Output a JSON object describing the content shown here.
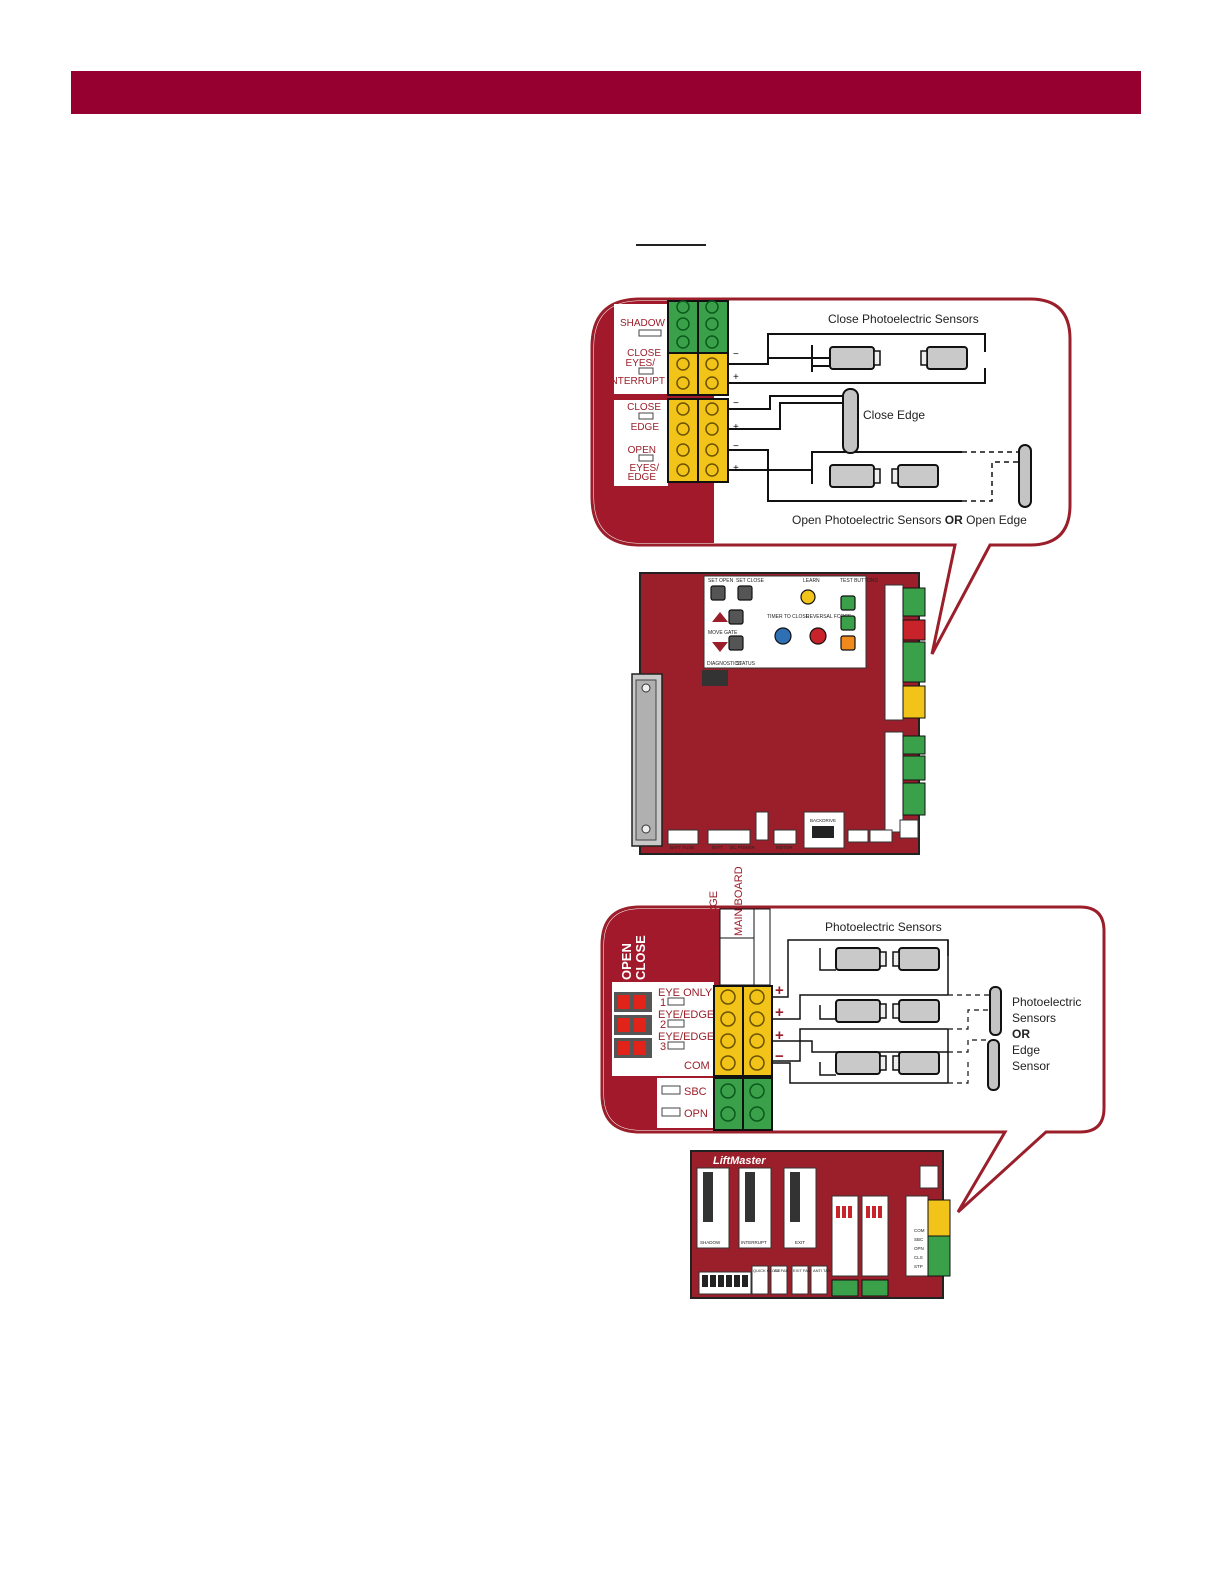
{
  "colors": {
    "header": "#960030",
    "board_red": "#9a1f2a",
    "callout_red": "#a3192c",
    "terminal_green": "#3aa14a",
    "terminal_yellow": "#f2c318"
  },
  "diagram1": {
    "callout": {
      "side_labels": {
        "shadow": "SHADOW",
        "close_eyes_1": "CLOSE",
        "close_eyes_2": "EYES/",
        "interrupt": "INTERRUPT",
        "close_edge_1": "CLOSE",
        "close_edge_2": "EDGE",
        "open_edge_1": "OPEN",
        "open_edge_2": "EYES/",
        "open_edge_3": "EDGE"
      },
      "close_photo_label": "Close Photoelectric Sensors",
      "close_edge_label": "Close Edge",
      "open_label_a": "Open Photoelectric Sensors ",
      "open_label_or": "OR",
      "open_label_b": " Open Edge",
      "minus": "−",
      "plus": "+"
    },
    "board": {
      "set_open": "SET OPEN",
      "set_close": "SET CLOSE",
      "learn": "LEARN",
      "test_buttons": "TEST BUTTONS",
      "timer_to_close": "TIMER TO CLOSE",
      "reversal_force": "REVERSAL FORCE",
      "diagnostics": "DIAGNOSTICS",
      "status": "STATUS",
      "move_gate": "MOVE GATE",
      "batt_fuse": "BATT FUSE",
      "batt": "BATT",
      "dc_power": "DC POWER",
      "motor": "MOTOR",
      "backdrive": "BACKDRIVE"
    }
  },
  "diagram2": {
    "callout": {
      "open": "OPEN",
      "close": "CLOSE",
      "main_board": "MAIN BOARD",
      "wireless_edge": "WIRELESS EDGE",
      "eye_only": "EYE ONLY",
      "eye_edge_a": "EYE/EDGE",
      "eye_edge_b": "EYE/EDGE",
      "n1": "1",
      "n2": "2",
      "n3": "3",
      "com": "COM",
      "sbc": "SBC",
      "opn": "OPN",
      "photo_label": "Photoelectric Sensors",
      "side_label_1": "Photoelectric",
      "side_label_2": "Sensors",
      "side_label_or": "OR",
      "side_label_3": "Edge",
      "side_label_4": "Sensor",
      "plus": "+",
      "minus": "−"
    },
    "board": {
      "brand": "LiftMaster",
      "shadow": "SHADOW",
      "interrupt": "INTERRUPT",
      "exit": "EXIT",
      "quick_close": "QUICK CLOSE",
      "ac_fail": "AC FAIL",
      "exit_fail": "EXIT FAIL",
      "anti_tail": "ANTI TAIL",
      "com": "COM",
      "sbc": "SBC",
      "opn": "OPN",
      "cls": "CLS",
      "stp": "STP"
    }
  }
}
